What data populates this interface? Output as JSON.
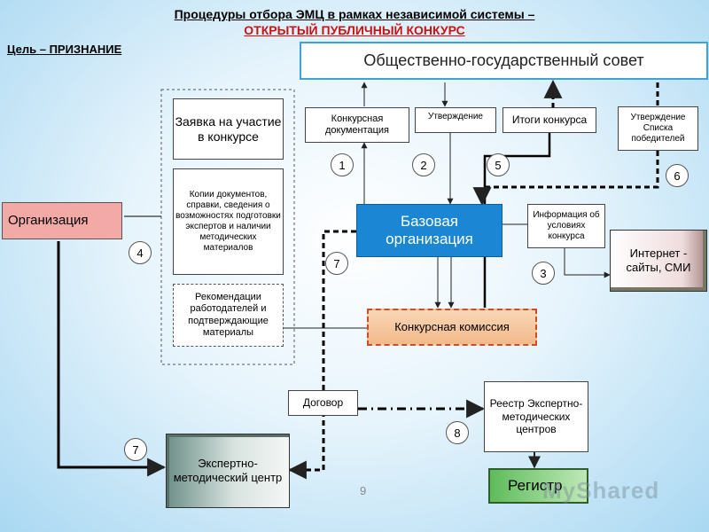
{
  "header": {
    "title_line1": "Процедуры отбора ЭМЦ в рамках независимой системы –",
    "title_line2": "ОТКРЫТЫЙ ПУБЛИЧНЫЙ КОНКУРС",
    "goal": "Цель – ПРИЗНАНИЕ"
  },
  "nodes": {
    "council": "Общественно-государственный совет",
    "application": "Заявка на участие в конкурсе",
    "copies": "Копии документов, справки, сведения о возможностях подготовки экспертов и наличии методических материалов",
    "recommendations": "Рекомендации работодателей и подтверждающие материалы",
    "organization": "Организация",
    "contest_docs": "Конкурсная документация",
    "approval": "Утверждение",
    "results": "Итоги конкурса",
    "approval_winners": "Утверждение Списка победителей",
    "base_org": "Базовая организация",
    "info_conditions": "Информация об условиях конкурса",
    "internet": "Интернет - сайты, СМИ",
    "commission": "Конкурсная комиссия",
    "contract": "Договор",
    "registry_centers": "Реестр Экспертно-методических центров",
    "expert_center": "Экспертно-методический центр",
    "register": "Регистр"
  },
  "steps": {
    "s1": "1",
    "s2": "2",
    "s3": "3",
    "s4": "4",
    "s5": "5",
    "s6": "6",
    "s7a": "7",
    "s7b": "7",
    "s8": "8"
  },
  "page_number": "9",
  "watermark": "MyShared",
  "colors": {
    "title_red": "#cc1111",
    "base_org_blue": "#1a86d4",
    "organization_pink": "#f3aaa6",
    "commission_orange": "#f7c9a0",
    "expert_center_gray": "#9fb3ac",
    "register_green": "#8fd08a",
    "council_border": "#3aa3d8"
  }
}
